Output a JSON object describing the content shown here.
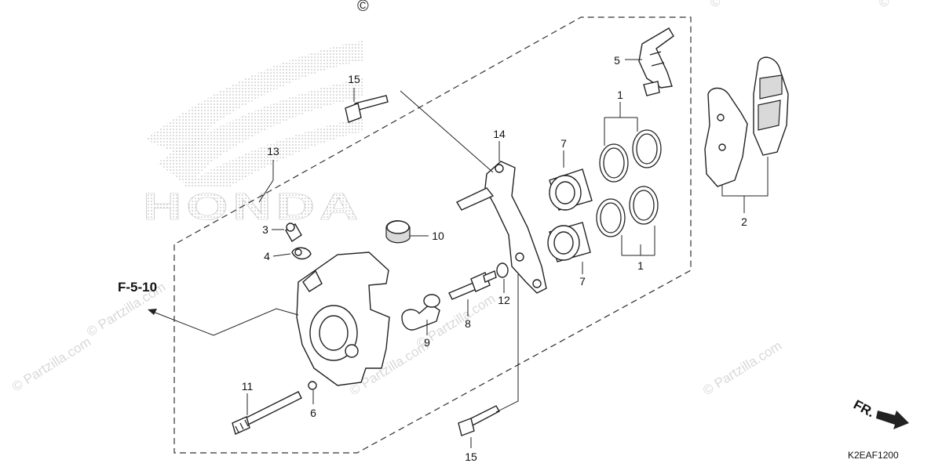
{
  "diagram": {
    "copyright_symbol": "©",
    "watermarks": [
      "© Partzilla.com",
      "© Partzilla.com",
      "© Partzilla.com",
      "© Partzilla.com",
      "© Partzilla.com",
      "©",
      "©"
    ],
    "brand_logo_text": "HONDA",
    "reference_label": "F-5-10",
    "direction_label": "FR.",
    "diagram_code": "K2EAF1200",
    "callouts": {
      "c15_top": "15",
      "c13": "13",
      "c3": "3",
      "c4": "4",
      "c10": "10",
      "c14": "14",
      "c7_top": "7",
      "c7_bottom": "7",
      "c1_top": "1",
      "c1_bottom": "1",
      "c5": "5",
      "c2": "2",
      "c12": "12",
      "c8": "8",
      "c9": "9",
      "c11": "11",
      "c6": "6",
      "c15_bottom": "15"
    }
  }
}
